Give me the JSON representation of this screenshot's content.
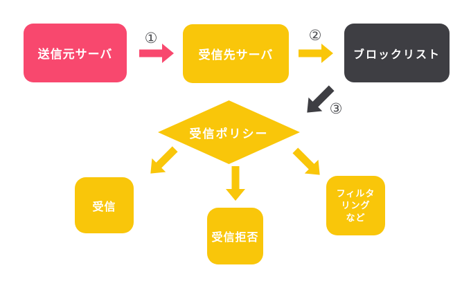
{
  "diagram": {
    "title": "mail-reception-flow"
  },
  "colors": {
    "pink": "#F8486E",
    "yellow": "#F9C60A",
    "dark": "#3E3E43",
    "step_label": "#4D4E52",
    "node_text": "#FFFFFF",
    "background": "#FFFFFF"
  },
  "nodes": {
    "source": {
      "label": "送信元サーバ"
    },
    "destination": {
      "label": "受信先サーバ"
    },
    "blocklist": {
      "label": "ブロックリスト"
    },
    "policy": {
      "label": "受信ポリシー"
    },
    "accept": {
      "label": "受信"
    },
    "reject": {
      "label": "受信拒否"
    },
    "filter": {
      "label": "フィルタ\nリング\nなど"
    }
  },
  "steps": {
    "one": "①",
    "two": "②",
    "three": "③"
  }
}
